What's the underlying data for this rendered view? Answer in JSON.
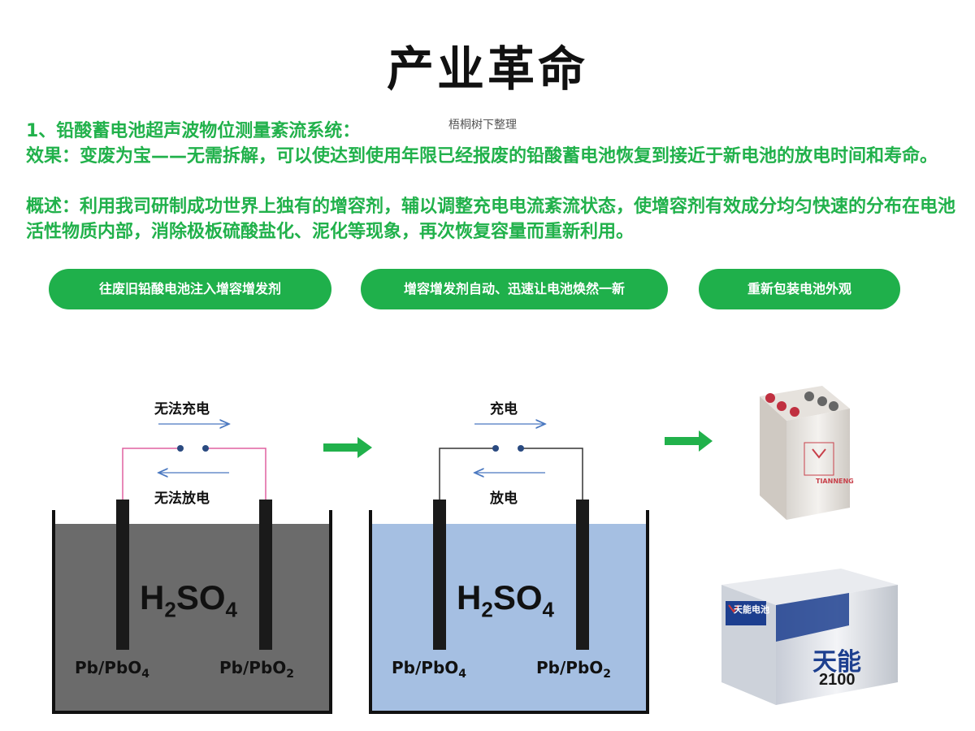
{
  "title": "产业革命",
  "watermark": "梧桐树下整理",
  "paragraphs": [
    "1、铅酸蓄电池超声波物位测量紊流系统：",
    "效果：变废为宝——无需拆解，可以使达到使用年限已经报废的铅酸蓄电池恢复到接近于新电池的放电时间和寿命。",
    "概述：利用我司研制成功世界上独有的增容剂，辅以调整充电电流紊流状态，使增容剂有效成分均匀快速的分布在电池活性物质内部，消除极板硫酸盐化、泥化等现象，再次恢复容量而重新利用。"
  ],
  "steps": [
    "往废旧铅酸电池注入增容增发剂",
    "增容增发剂自动、迅速让电池焕然一新",
    "重新包装电池外观"
  ],
  "diagram_left": {
    "charge_label": "无法充电",
    "discharge_label": "无法放电",
    "formula_main": "H",
    "formula_sub1": "2",
    "formula_mid": "SO",
    "formula_sub2": "4",
    "electrode_left": "Pb/PbO",
    "electrode_left_sub": "4",
    "electrode_right": "Pb/PbO",
    "electrode_right_sub": "2"
  },
  "diagram_right": {
    "charge_label": "充电",
    "discharge_label": "放电",
    "formula_main": "H",
    "formula_sub1": "2",
    "formula_mid": "SO",
    "formula_sub2": "4",
    "electrode_left": "Pb/PbO",
    "electrode_left_sub": "4",
    "electrode_right": "Pb/PbO",
    "electrode_right_sub": "2"
  },
  "battery_label": "TIANNENG",
  "box_brand": "天能电池",
  "box_big": "天能",
  "box_model": "2100",
  "colors": {
    "green": "#21b14b",
    "pink_wire": "#e060a0",
    "grey_solution": "#6b6b6b",
    "blue_solution": "#a5bfe2",
    "arrow_blue": "#4a78c0"
  }
}
